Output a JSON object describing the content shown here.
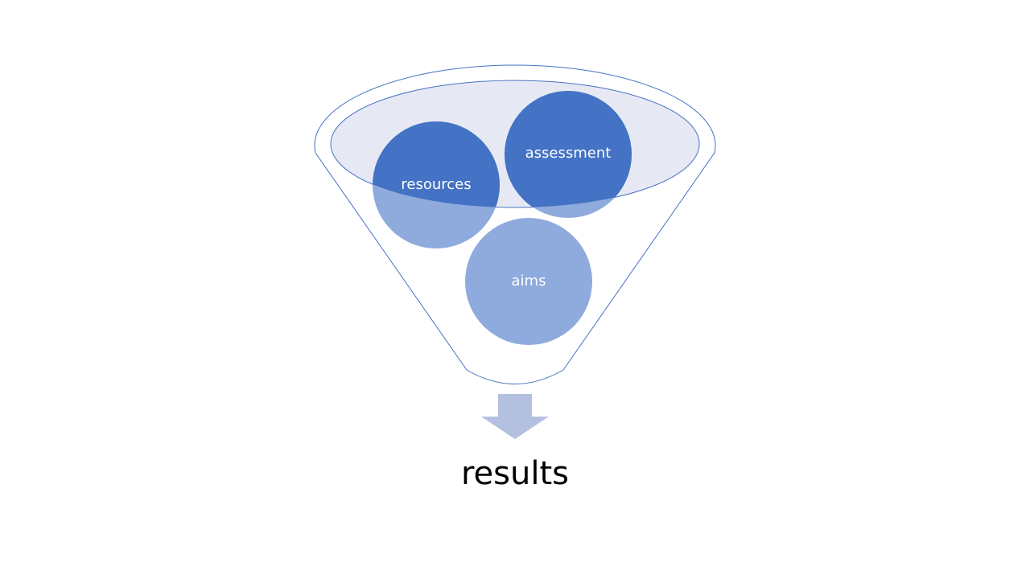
{
  "diagram": {
    "items": [
      {
        "label": "resources"
      },
      {
        "label": "assessment"
      },
      {
        "label": "aims"
      }
    ],
    "output_label": "results",
    "colors": {
      "dark": "#4472C4",
      "light": "#8FAADC",
      "ellipse_fill": "#E6E9F4",
      "outline": "#4472C4",
      "arrow": "#B4C0E0"
    }
  }
}
